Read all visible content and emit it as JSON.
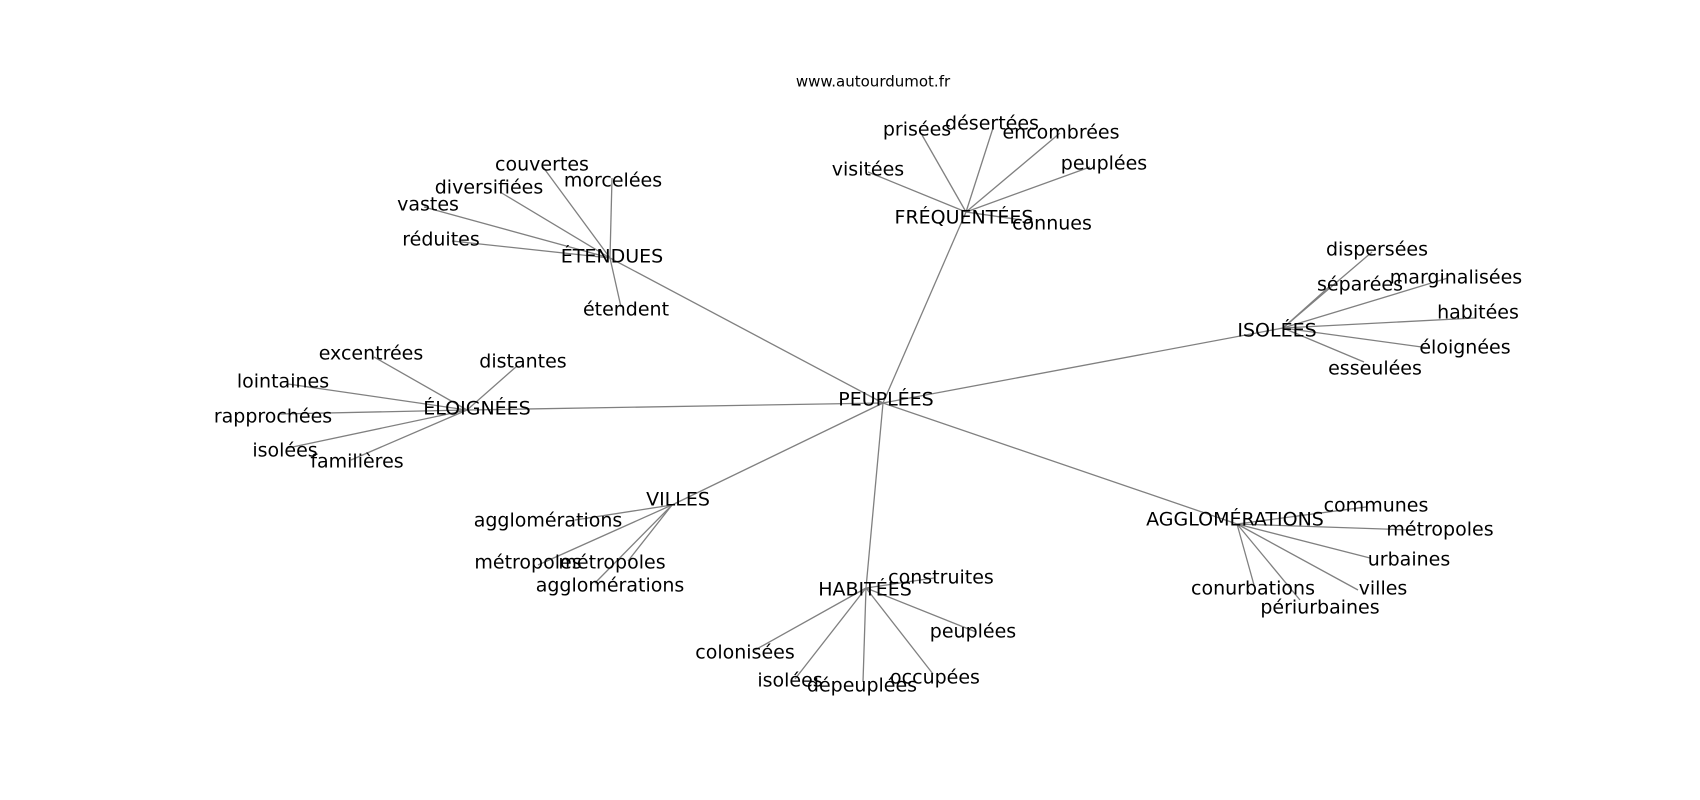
{
  "site_url": "www.autourdumot.fr",
  "colors": {
    "edge": "#808080",
    "text": "#000000",
    "background": "#ffffff"
  },
  "graph": {
    "center": "PEUPLÉES",
    "groups": [
      {
        "label": "ÉTENDUES",
        "words": [
          "couvertes",
          "morcelées",
          "diversifiées",
          "vastes",
          "réduites",
          "étendent"
        ]
      },
      {
        "label": "FRÉQUENTÉES",
        "words": [
          "prisées",
          "désertées",
          "encombrées",
          "visitées",
          "peuplées",
          "connues"
        ]
      },
      {
        "label": "ISOLÉES",
        "words": [
          "dispersées",
          "séparées",
          "marginalisées",
          "habitées",
          "éloignées",
          "esseulées"
        ]
      },
      {
        "label": "ÉLOIGNÉES",
        "words": [
          "excentrées",
          "distantes",
          "lointaines",
          "rapprochées",
          "isolées",
          "familières"
        ]
      },
      {
        "label": "VILLES",
        "words": [
          "agglomérations",
          "métropoles",
          "métropoles",
          "agglomérations"
        ]
      },
      {
        "label": "HABITÉES",
        "words": [
          "construites",
          "peuplées",
          "colonisées",
          "isolées",
          "dépeuplées",
          "occupées"
        ]
      },
      {
        "label": "AGGLOMÉRATIONS",
        "words": [
          "communes",
          "métropoles",
          "urbaines",
          "villes",
          "conurbations",
          "périurbaines"
        ]
      }
    ]
  }
}
